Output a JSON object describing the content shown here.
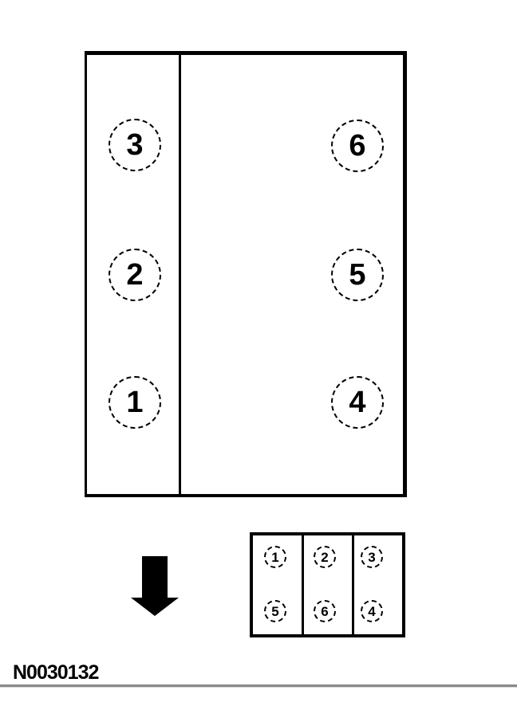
{
  "colors": {
    "ink": "#000000",
    "separator_line": "#8a8a8a"
  },
  "engine_diagram": {
    "left_bank_cylinders": [
      "3",
      "2",
      "1"
    ],
    "right_bank_cylinders": [
      "6",
      "5",
      "4"
    ]
  },
  "coil_pack": {
    "top_row": [
      "1",
      "2",
      "3"
    ],
    "bottom_row": [
      "5",
      "6",
      "4"
    ]
  },
  "icons": {
    "direction_arrow": "down-arrow"
  },
  "footer": {
    "figure_id": "N0030132"
  }
}
